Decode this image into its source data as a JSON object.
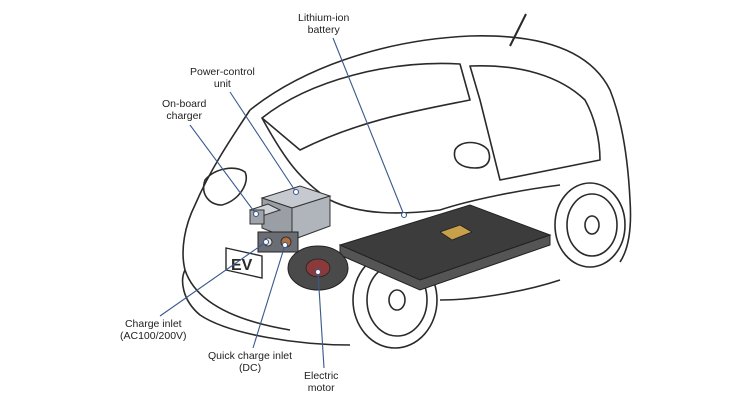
{
  "labels": {
    "battery": [
      "Lithium-ion",
      "battery"
    ],
    "pcu": [
      "Power-control",
      "unit"
    ],
    "charger": [
      "On-board",
      "charger"
    ],
    "inlet": [
      "Charge inlet",
      "(AC100/200V)"
    ],
    "quick": [
      "Quick charge inlet",
      "(DC)"
    ],
    "motor": [
      "Electric",
      "motor"
    ]
  },
  "plate_text": "EV",
  "colors": {
    "outline": "#2a2a2a",
    "leader": "#3a5a8a",
    "battery": "#3c3c3c",
    "pcu": "#9a9fa6",
    "motor": "#4a4a4a"
  }
}
